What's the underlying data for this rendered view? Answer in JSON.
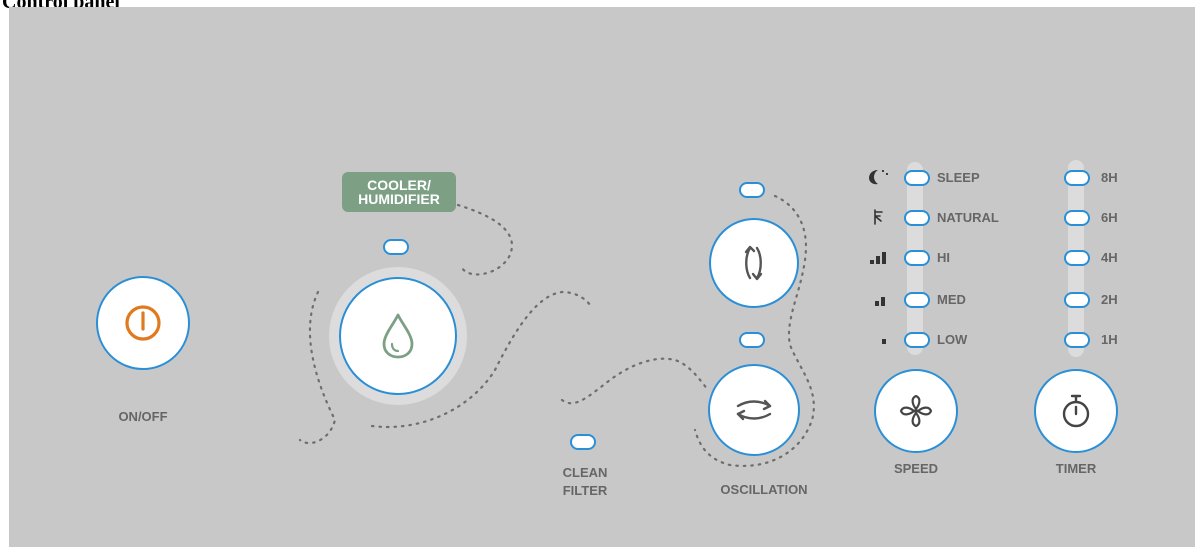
{
  "header": {
    "title": "Control panel"
  },
  "buttons": {
    "power": {
      "label": "ON/OFF"
    },
    "mode": {
      "label_line1": "COOLER/",
      "label_line2": "HUMIDIFIER"
    },
    "swing_vertical": {
      "label": ""
    },
    "oscillation": {
      "label": "OSCILLATION"
    },
    "speed": {
      "label": "SPEED"
    },
    "timer": {
      "label": "TIMER"
    }
  },
  "indicators": {
    "clean_filter": {
      "label_line1": "CLEAN",
      "label_line2": "FILTER"
    }
  },
  "speed_options": [
    {
      "label": "SLEEP",
      "icon": "moon-icon"
    },
    {
      "label": "NATURAL",
      "icon": "wind-icon"
    },
    {
      "label": "HI",
      "icon": "signal-high-icon"
    },
    {
      "label": "MED",
      "icon": "signal-medium-icon"
    },
    {
      "label": "LOW",
      "icon": "signal-low-icon"
    }
  ],
  "timer_options": [
    {
      "label": "8H"
    },
    {
      "label": "6H"
    },
    {
      "label": "4H"
    },
    {
      "label": "2H"
    },
    {
      "label": "1H"
    }
  ],
  "colors": {
    "panel": "#c8c8c8",
    "accent_blue": "#2a8fd6",
    "power_orange": "#e07a1f",
    "mode_green": "#7da085",
    "label_gray": "#666666"
  }
}
